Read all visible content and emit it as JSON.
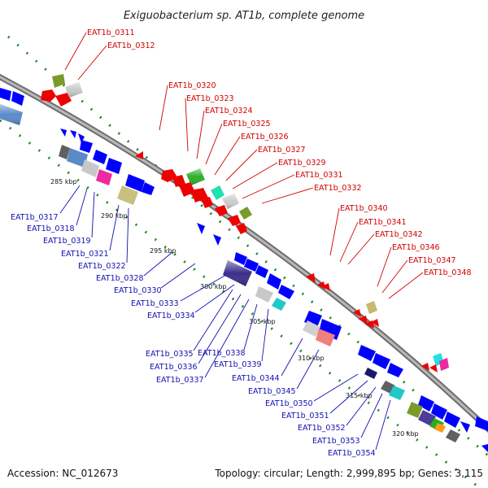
{
  "title": "Exiguobacterium sp. AT1b, complete genome",
  "footer": {
    "accession": "Accession: NC_012673",
    "topology": "Topology: circular; Length: 2,999,895 bp; Genes: 3,115"
  },
  "scale_labels": [
    "285 kbp",
    "290 kbp",
    "295 kbp",
    "300 kbp",
    "305 kbp",
    "310 kbp",
    "315 kbp",
    "320 kbp"
  ],
  "forward_labels": [
    "EAT1b_0311",
    "EAT1b_0312",
    "EAT1b_0320",
    "EAT1b_0323",
    "EAT1b_0324",
    "EAT1b_0325",
    "EAT1b_0326",
    "EAT1b_0327",
    "EAT1b_0329",
    "EAT1b_0331",
    "EAT1b_0332",
    "EAT1b_0340",
    "EAT1b_0341",
    "EAT1b_0342",
    "EAT1b_0346",
    "EAT1b_0347",
    "EAT1b_0348"
  ],
  "reverse_labels": [
    "EAT1b_0317",
    "EAT1b_0318",
    "EAT1b_0319",
    "EAT1b_0321",
    "EAT1b_0322",
    "EAT1b_0328",
    "EAT1b_0330",
    "EAT1b_0333",
    "EAT1b_0334",
    "EAT1b_0335",
    "EAT1b_0336",
    "EAT1b_0337",
    "EAT1b_0338",
    "EAT1b_0339",
    "EAT1b_0344",
    "EAT1b_0345",
    "EAT1b_0350",
    "EAT1b_0351",
    "EAT1b_0352",
    "EAT1b_0353",
    "EAT1b_0354"
  ],
  "colors": {
    "forward": "#ff0000",
    "reverse": "#0000ff",
    "backbone": "#909090",
    "ticks": "#1a8a1a",
    "label_forward": "#d00000",
    "label_reverse": "#1010b0"
  }
}
